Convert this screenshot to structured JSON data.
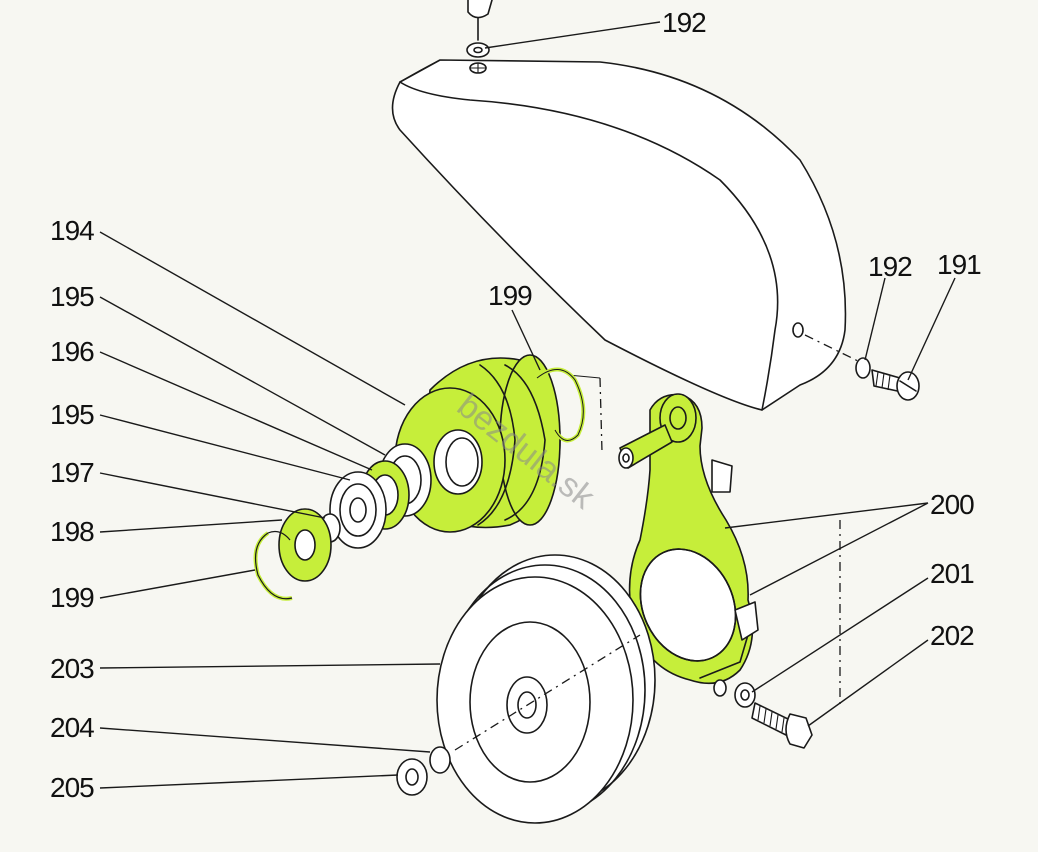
{
  "highlight_color": "#c6ee3a",
  "line_color": "#1a1a1a",
  "watermark": "bezdula.sk",
  "callouts": [
    {
      "id": "c192a",
      "label": "192"
    },
    {
      "id": "c194",
      "label": "194"
    },
    {
      "id": "c195a",
      "label": "195"
    },
    {
      "id": "c196",
      "label": "196"
    },
    {
      "id": "c195b",
      "label": "195"
    },
    {
      "id": "c197",
      "label": "197"
    },
    {
      "id": "c198",
      "label": "198"
    },
    {
      "id": "c199a",
      "label": "199"
    },
    {
      "id": "c199b",
      "label": "199"
    },
    {
      "id": "c192b",
      "label": "192"
    },
    {
      "id": "c191",
      "label": "191"
    },
    {
      "id": "c200",
      "label": "200"
    },
    {
      "id": "c201",
      "label": "201"
    },
    {
      "id": "c202",
      "label": "202"
    },
    {
      "id": "c203",
      "label": "203"
    },
    {
      "id": "c204",
      "label": "204"
    },
    {
      "id": "c205",
      "label": "205"
    }
  ]
}
